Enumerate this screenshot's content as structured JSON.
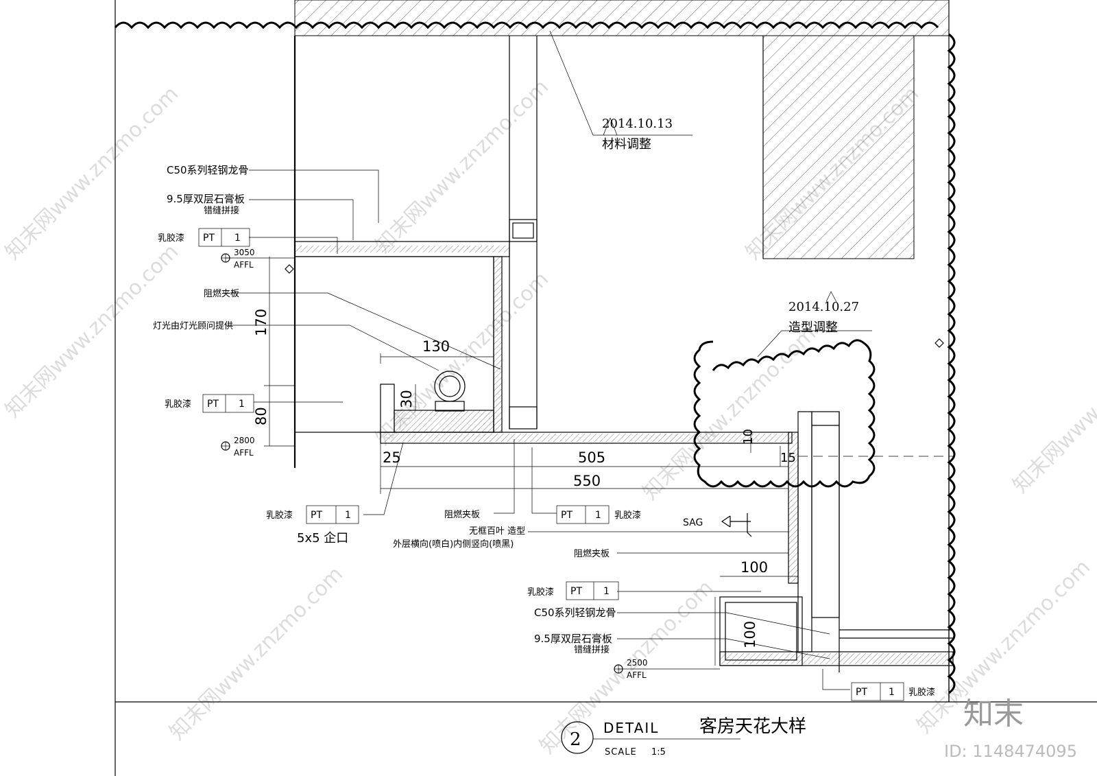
{
  "revisions": [
    {
      "date": "2014.10.13",
      "note": "材料调整"
    },
    {
      "date": "2014.10.27",
      "note": "造型调整"
    }
  ],
  "labels": {
    "keel_top": "C50系列轻钢龙骨",
    "board_top_1": "9.5厚双层石膏板",
    "board_top_2": "错缝拼接",
    "latex_1": "乳胶漆",
    "fireproof_1": "阻燃夹板",
    "lighting": "灯光由灯光顾问提供",
    "latex_2": "乳胶漆",
    "latex_3": "乳胶漆",
    "groove": "5x5 企口",
    "fireproof_2": "阻燃夹板",
    "louver_1": "无框百叶  造型",
    "louver_2": "外层横向(喷白)内侧竖向(喷黑)",
    "latex_4": "乳胶漆",
    "fireproof_3": "阻燃夹板",
    "latex_5": "乳胶漆",
    "keel_bottom": "C50系列轻钢龙骨",
    "board_bottom_1": "9.5厚双层石膏板",
    "board_bottom_2": "错缝拼接",
    "latex_6": "乳胶漆",
    "sag": "SAG"
  },
  "paint_tag": {
    "code": "PT",
    "num": "1"
  },
  "levels": [
    {
      "value": "3050",
      "unit": "AFFL"
    },
    {
      "value": "2800",
      "unit": "AFFL"
    },
    {
      "value": "2500",
      "unit": "AFFL"
    }
  ],
  "dimensions": {
    "d170": "170",
    "d130": "130",
    "d30": "30",
    "d80": "80",
    "d25": "25",
    "d505": "505",
    "d550": "550",
    "d10": "10",
    "d15": "15",
    "d100a": "100",
    "d100b": "100"
  },
  "title_block": {
    "number": "2",
    "detail": "DETAIL",
    "title": "客房天花大样",
    "scale_label": "SCALE",
    "scale_value": "1:5"
  },
  "watermark": {
    "brand": "知末",
    "id": "ID: 1148474095",
    "site": "知末网www.znzmo.com"
  }
}
